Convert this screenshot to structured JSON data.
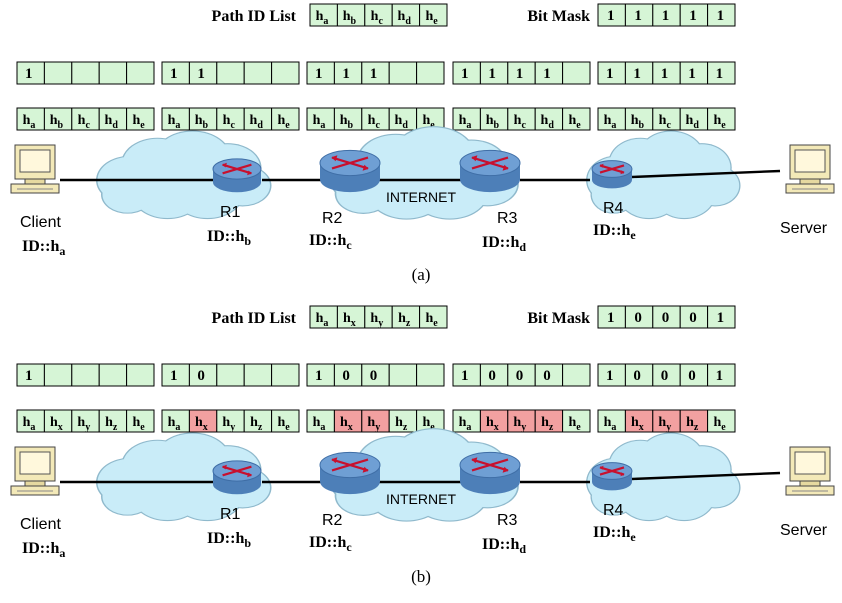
{
  "colors": {
    "cell_fill": "#d6f5d6",
    "cell_highlight": "#f2a0a0",
    "cell_border": "#000000",
    "cloud": "#c9ecf8",
    "cloud_edge": "#8fb9cc",
    "router": "#6f9fd4",
    "router_arrow": "#c8102e",
    "link": "#000000"
  },
  "panels": [
    {
      "caption": "(a)",
      "path_id_label": "Path ID List",
      "path_id_list": [
        {
          "base": "h",
          "sub": "a"
        },
        {
          "base": "h",
          "sub": "b"
        },
        {
          "base": "h",
          "sub": "c"
        },
        {
          "base": "h",
          "sub": "d"
        },
        {
          "base": "h",
          "sub": "e"
        }
      ],
      "bit_mask_label": "Bit Mask",
      "bit_mask": [
        "1",
        "1",
        "1",
        "1",
        "1"
      ],
      "hop_masks": [
        [
          "1",
          "",
          "",
          "",
          ""
        ],
        [
          "1",
          "1",
          "",
          "",
          ""
        ],
        [
          "1",
          "1",
          "1",
          "",
          ""
        ],
        [
          "1",
          "1",
          "1",
          "1",
          ""
        ],
        [
          "1",
          "1",
          "1",
          "1",
          "1"
        ]
      ],
      "hop_ids": [
        [
          {
            "s": "a"
          },
          {
            "s": "b"
          },
          {
            "s": "c"
          },
          {
            "s": "d"
          },
          {
            "s": "e"
          }
        ],
        [
          {
            "s": "a"
          },
          {
            "s": "b"
          },
          {
            "s": "c"
          },
          {
            "s": "d"
          },
          {
            "s": "e"
          }
        ],
        [
          {
            "s": "a"
          },
          {
            "s": "b"
          },
          {
            "s": "c"
          },
          {
            "s": "d"
          },
          {
            "s": "e"
          }
        ],
        [
          {
            "s": "a"
          },
          {
            "s": "b"
          },
          {
            "s": "c"
          },
          {
            "s": "d"
          },
          {
            "s": "e"
          }
        ],
        [
          {
            "s": "a"
          },
          {
            "s": "b"
          },
          {
            "s": "c"
          },
          {
            "s": "d"
          },
          {
            "s": "e"
          }
        ]
      ],
      "nodes": {
        "client": {
          "name": "Client",
          "id_prefix": "ID::h",
          "id_sub": "a"
        },
        "r1": {
          "name": "R1",
          "id_prefix": "ID::h",
          "id_sub": "b"
        },
        "r2": {
          "name": "R2",
          "id_prefix": "ID::h",
          "id_sub": "c"
        },
        "r3": {
          "name": "R3",
          "id_prefix": "ID::h",
          "id_sub": "d"
        },
        "r4": {
          "name": "R4",
          "id_prefix": "ID::h",
          "id_sub": "e"
        },
        "server": {
          "name": "Server"
        },
        "internet": "INTERNET"
      }
    },
    {
      "caption": "(b)",
      "path_id_label": "Path ID List",
      "path_id_list": [
        {
          "base": "h",
          "sub": "a"
        },
        {
          "base": "h",
          "sub": "x"
        },
        {
          "base": "h",
          "sub": "y"
        },
        {
          "base": "h",
          "sub": "z"
        },
        {
          "base": "h",
          "sub": "e"
        }
      ],
      "bit_mask_label": "Bit Mask",
      "bit_mask": [
        "1",
        "0",
        "0",
        "0",
        "1"
      ],
      "hop_masks": [
        [
          "1",
          "",
          "",
          "",
          ""
        ],
        [
          "1",
          "0",
          "",
          "",
          ""
        ],
        [
          "1",
          "0",
          "0",
          "",
          ""
        ],
        [
          "1",
          "0",
          "0",
          "0",
          ""
        ],
        [
          "1",
          "0",
          "0",
          "0",
          "1"
        ]
      ],
      "hop_ids": [
        [
          {
            "s": "a"
          },
          {
            "s": "x"
          },
          {
            "s": "y"
          },
          {
            "s": "z"
          },
          {
            "s": "e"
          }
        ],
        [
          {
            "s": "a"
          },
          {
            "s": "x",
            "hl": true
          },
          {
            "s": "y"
          },
          {
            "s": "z"
          },
          {
            "s": "e"
          }
        ],
        [
          {
            "s": "a"
          },
          {
            "s": "x",
            "hl": true
          },
          {
            "s": "y",
            "hl": true
          },
          {
            "s": "z"
          },
          {
            "s": "e"
          }
        ],
        [
          {
            "s": "a"
          },
          {
            "s": "x",
            "hl": true
          },
          {
            "s": "y",
            "hl": true
          },
          {
            "s": "z",
            "hl": true
          },
          {
            "s": "e"
          }
        ],
        [
          {
            "s": "a"
          },
          {
            "s": "x",
            "hl": true
          },
          {
            "s": "y",
            "hl": true
          },
          {
            "s": "z",
            "hl": true
          },
          {
            "s": "e"
          }
        ]
      ],
      "nodes": {
        "client": {
          "name": "Client",
          "id_prefix": "ID::h",
          "id_sub": "a"
        },
        "r1": {
          "name": "R1",
          "id_prefix": "ID::h",
          "id_sub": "b"
        },
        "r2": {
          "name": "R2",
          "id_prefix": "ID::h",
          "id_sub": "c"
        },
        "r3": {
          "name": "R3",
          "id_prefix": "ID::h",
          "id_sub": "d"
        },
        "r4": {
          "name": "R4",
          "id_prefix": "ID::h",
          "id_sub": "e"
        },
        "server": {
          "name": "Server"
        },
        "internet": "INTERNET"
      }
    }
  ]
}
